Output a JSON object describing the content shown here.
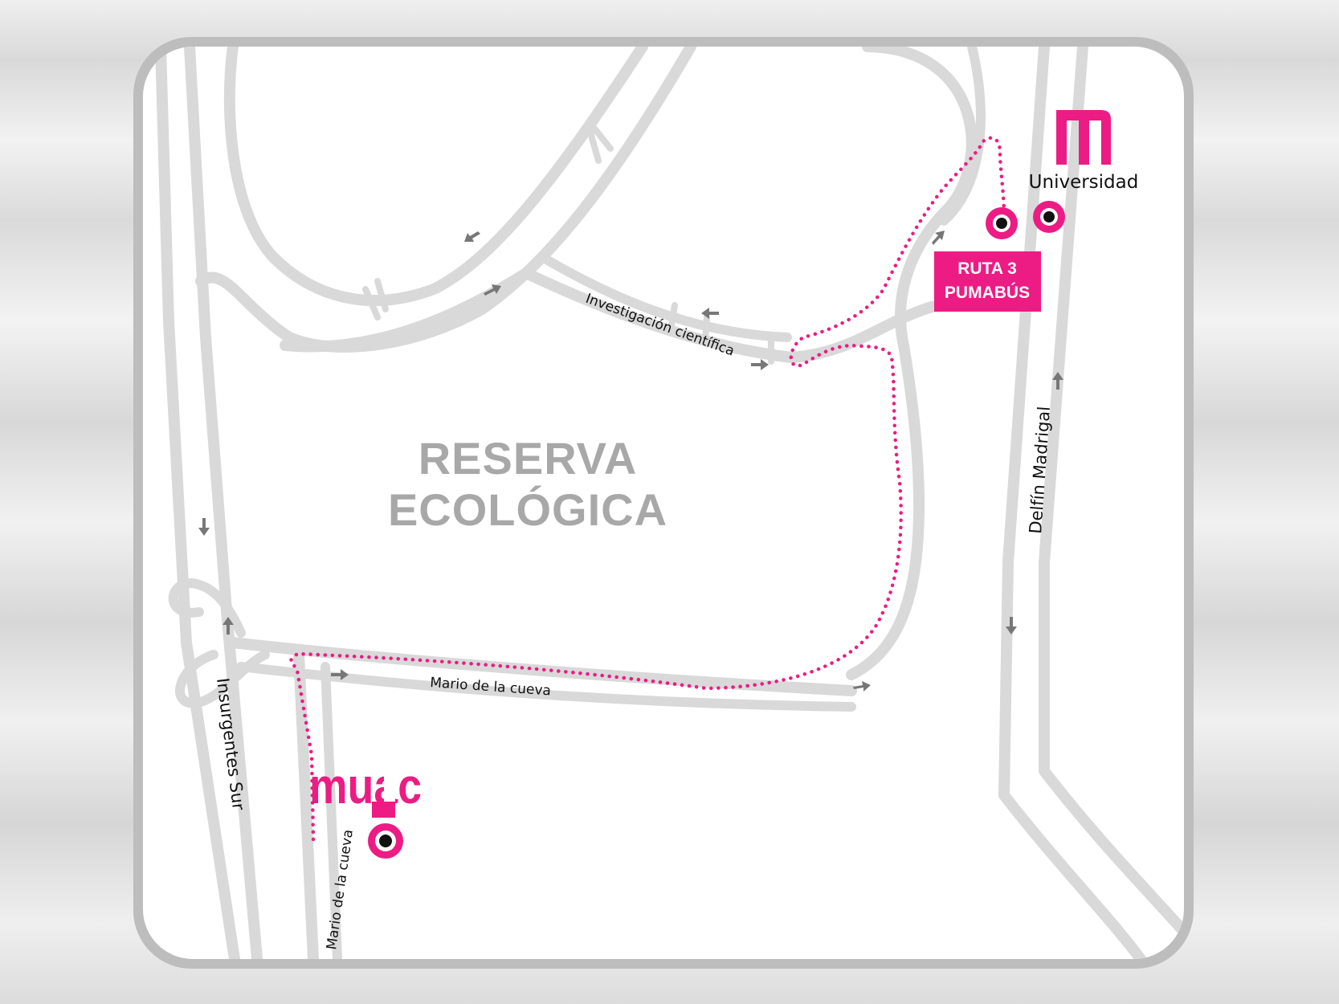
{
  "map": {
    "area_label": {
      "line1": "RESERVA",
      "line2": "ECOLÓGICA"
    },
    "streets": {
      "investigacion": "Investigación científica",
      "mario_main": "Mario de la cueva",
      "mario_side": "Mario de la cueva",
      "insurgentes": "Insurgentes Sur",
      "delfin": "Delfín Madrigal"
    },
    "metro": {
      "name": "Universidad",
      "icon": "metro-m-logo-icon"
    },
    "bus_stop": {
      "line1": "RUTA 3",
      "line2": "PUMABÚS"
    },
    "museum": {
      "logo_text": "muac",
      "icon": "muac-logo-icon"
    },
    "colors": {
      "accent": "#ec1c84",
      "road": "#d9d9d9",
      "frame": "#bdbdbd",
      "area_text": "#a8a8a8"
    }
  }
}
